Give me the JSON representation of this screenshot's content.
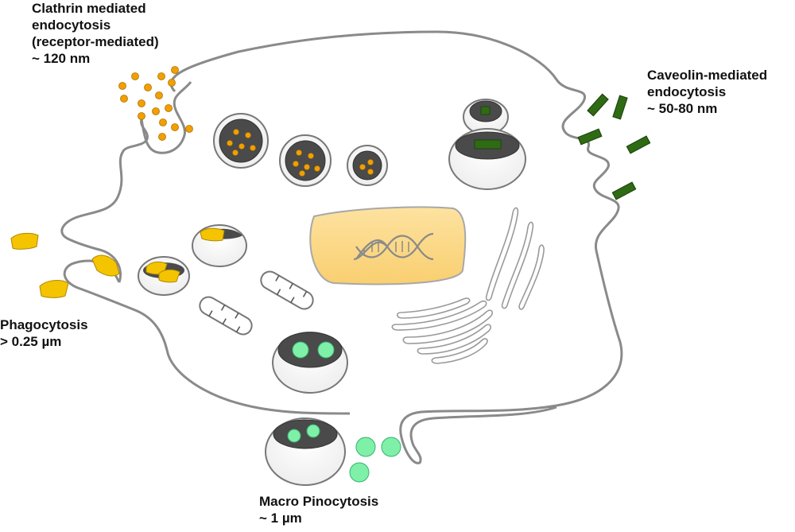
{
  "labels": {
    "clathrin": {
      "line1": "Clathrin mediated",
      "line2": "endocytosis",
      "line3": "(receptor-mediated)",
      "line4": "~ 120 nm"
    },
    "caveolin": {
      "line1": "Caveolin-mediated",
      "line2": "endocytosis",
      "line3": "~ 50-80 nm"
    },
    "phagocytosis": {
      "line1": "Phagocytosis",
      "line2": "> 0.25 µm"
    },
    "macropinocytosis": {
      "line1": "Macro Pinocytosis",
      "line2": "~ 1 µm"
    }
  },
  "colors": {
    "membrane": "#8a8a8a",
    "vesicle_lumen": "#4a4a4a",
    "clathrin_particle": "#f0a000",
    "caveolin_particle": "#2e6b14",
    "phagocytosis_particle": "#f5c400",
    "pinocytosis_particle": "#7ef0a8",
    "nucleus": "#fcd77f"
  },
  "icons": {
    "nucleus": "dna-helix-icon"
  }
}
